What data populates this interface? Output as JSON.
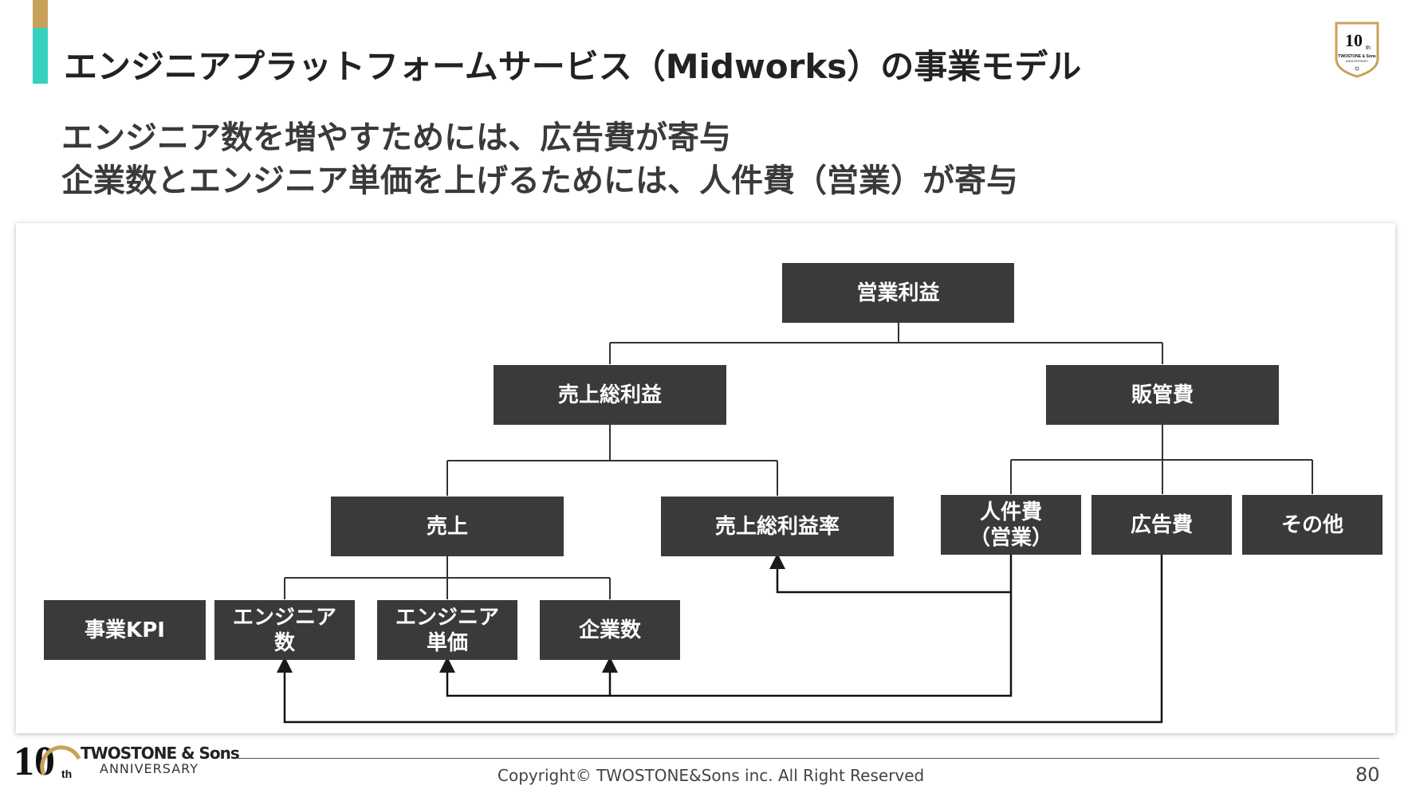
{
  "header": {
    "title": "エンジニアプラットフォームサービス（Midworks）の事業モデル",
    "subtitle_line1": "エンジニア数を増やすためには、広告費が寄与",
    "subtitle_line2": "企業数とエンジニア単価を上げるためには、人件費（営業）が寄与"
  },
  "badge": {
    "number": "10",
    "suffix": "th",
    "name": "TWOSTONE & Sons",
    "sub": "ANNIVERSARY"
  },
  "diagram": {
    "nodes": {
      "operating_profit": "営業利益",
      "gross_profit": "売上総利益",
      "sga": "販管費",
      "sales": "売上",
      "gross_margin": "売上総利益率",
      "personnel_line1": "人件費",
      "personnel_line2": "（営業）",
      "advertising": "広告費",
      "other": "その他",
      "kpi": "事業KPI",
      "engineer_count_line1": "エンジニア",
      "engineer_count_line2": "数",
      "engineer_price_line1": "エンジニア",
      "engineer_price_line2": "単価",
      "company_count": "企業数"
    },
    "colors": {
      "box": "#3a3a3a",
      "line": "#333333"
    }
  },
  "footer": {
    "logo_number": "10",
    "logo_suffix": "th",
    "logo_name": "TWOSTONE & Sons",
    "logo_sub": "ANNIVERSARY",
    "copyright": "Copyright© TWOSTONE&Sons inc. All Right Reserved",
    "page_number": "80"
  },
  "colors": {
    "accent_gold": "#c9a25a",
    "accent_teal": "#35d2c0"
  }
}
